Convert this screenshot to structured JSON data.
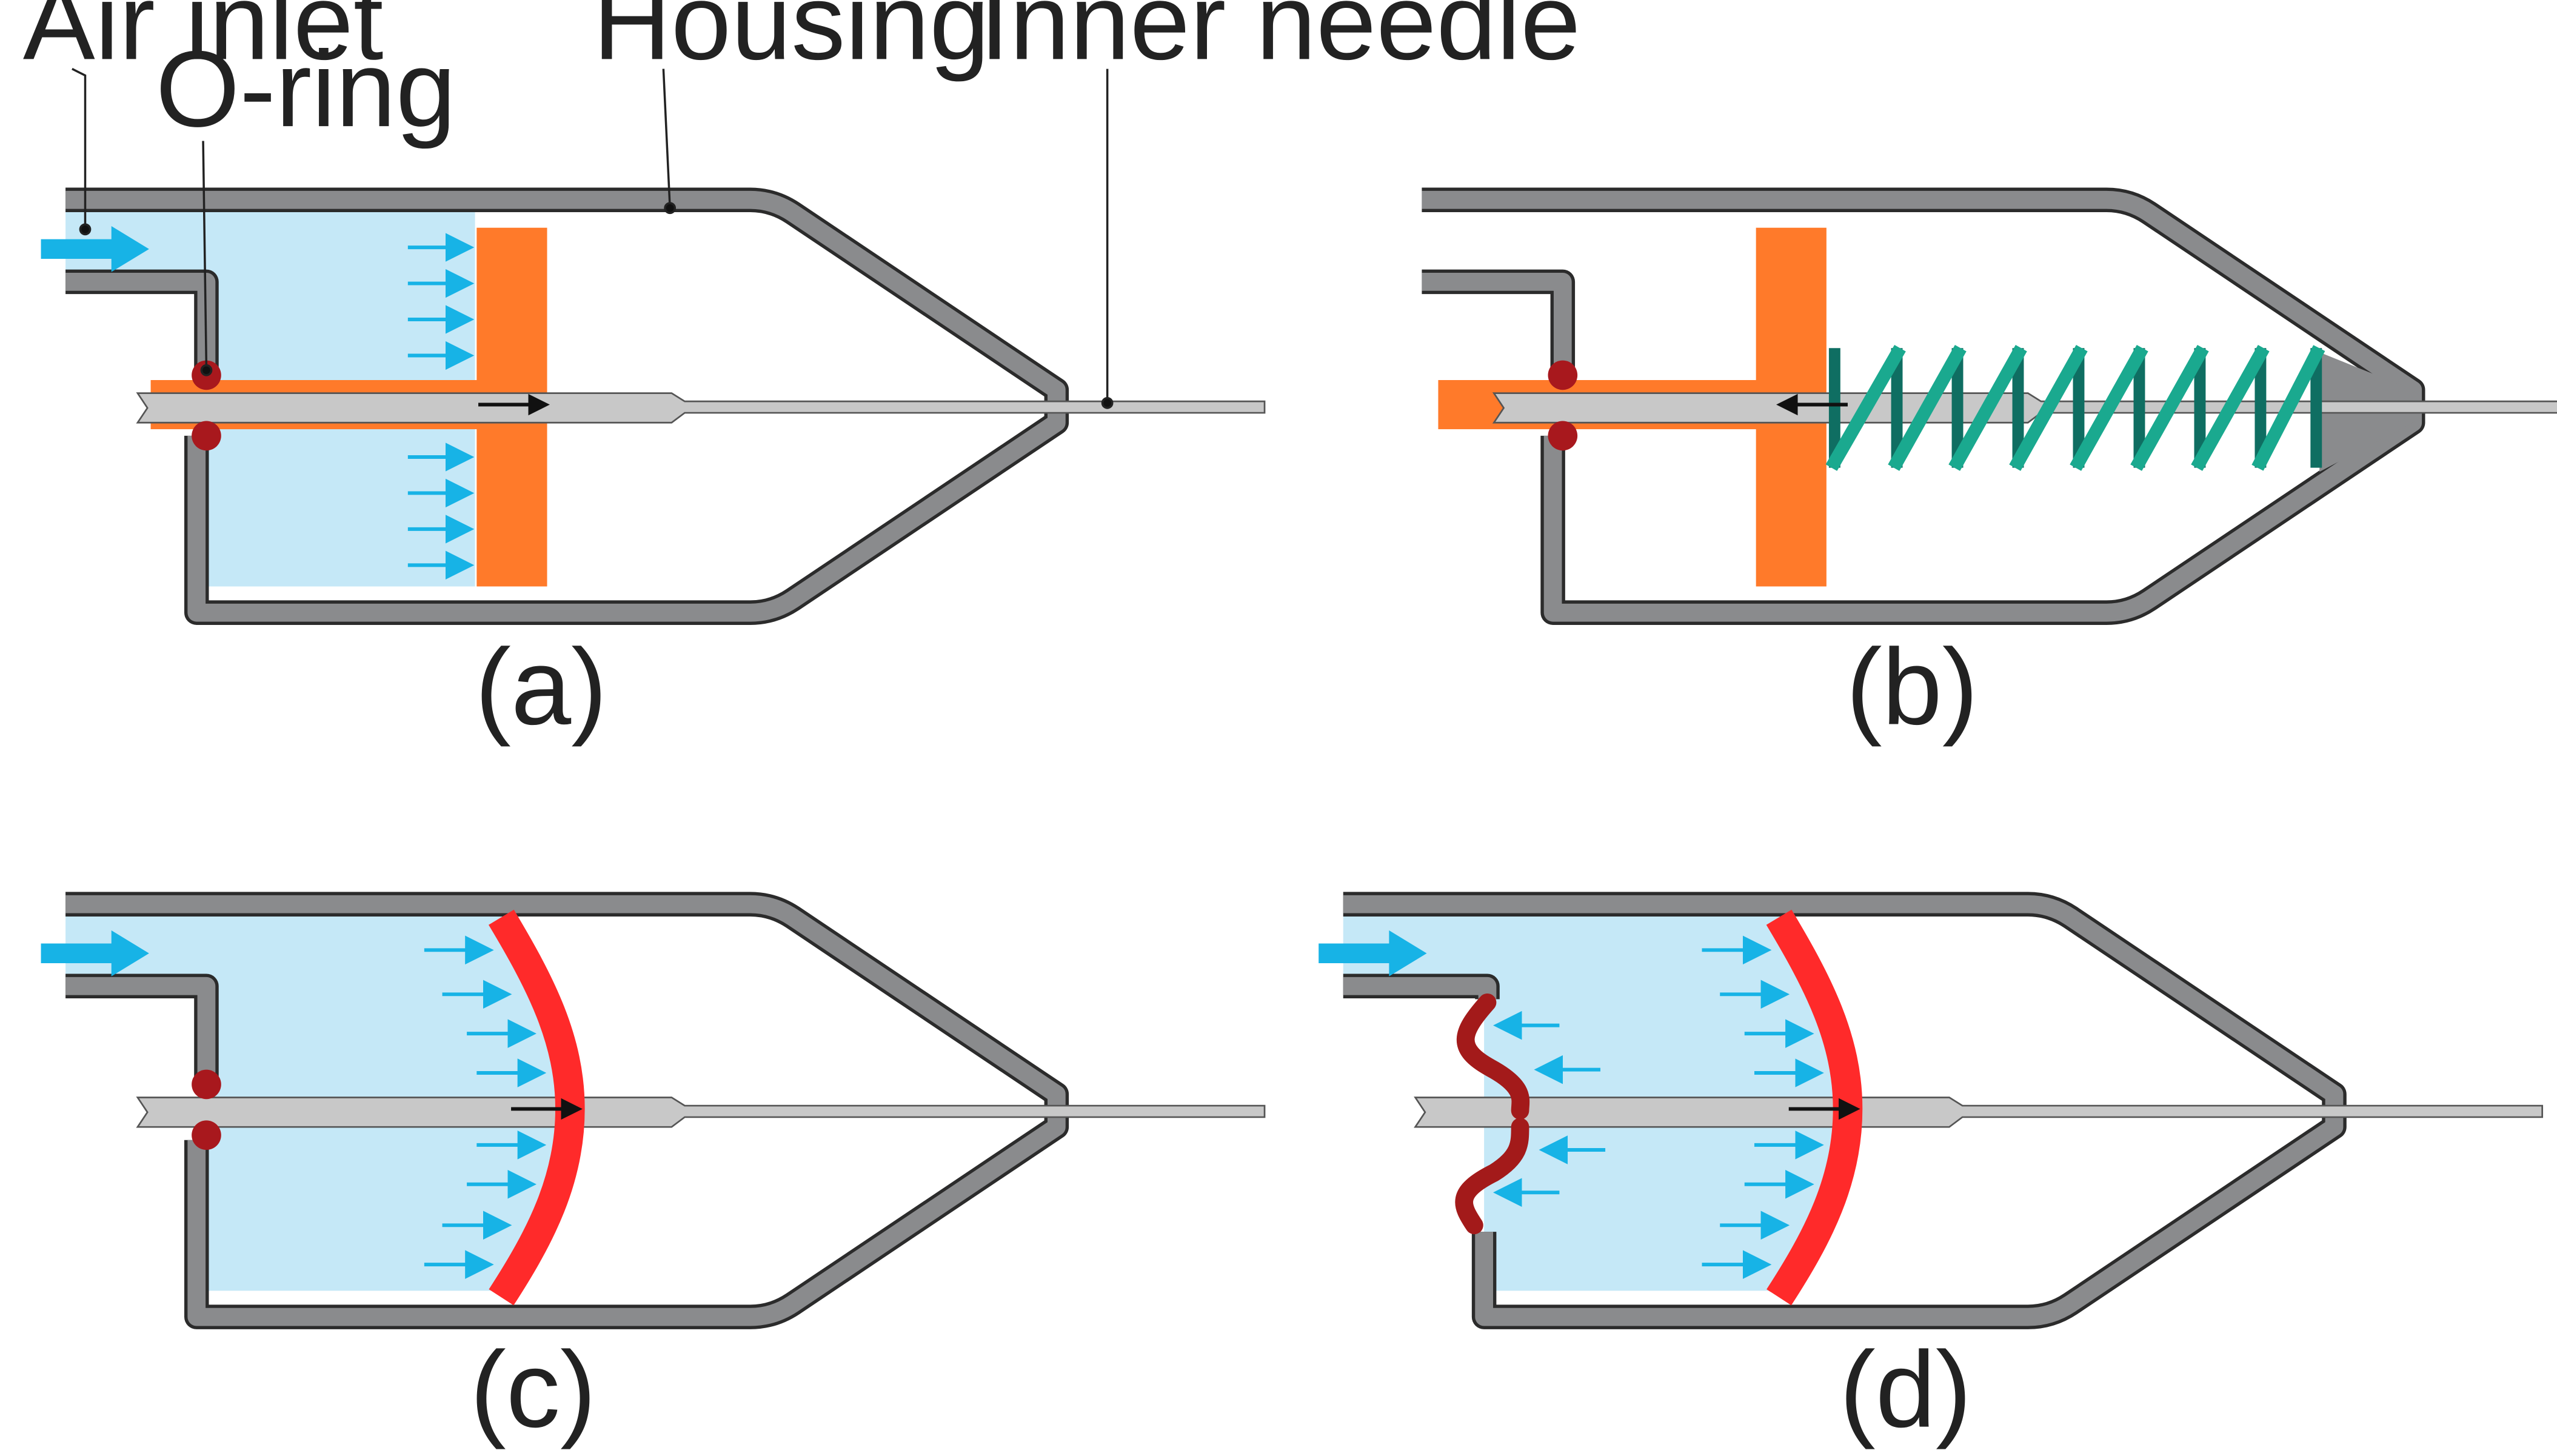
{
  "labels": {
    "air_inlet": "Air inlet",
    "o_ring": "O-ring",
    "housing": "Housing",
    "inner_needle": "Inner needle"
  },
  "captions": {
    "a": "(a)",
    "b": "(b)",
    "c": "(c)",
    "d": "(d)"
  },
  "colors": {
    "housing": "#8a8b8d",
    "housing_outline": "#2b2b2b",
    "air": "#c5e8f7",
    "arrow_blue": "#17b3e6",
    "piston_orange": "#ff7a2a",
    "membrane_red": "#ff2a2a",
    "membrane_dark": "#a31a1a",
    "o_ring": "#a8181d",
    "needle": "#c8c8c8",
    "spring_light": "#1aa98f",
    "spring_dark": "#0f6e62"
  }
}
